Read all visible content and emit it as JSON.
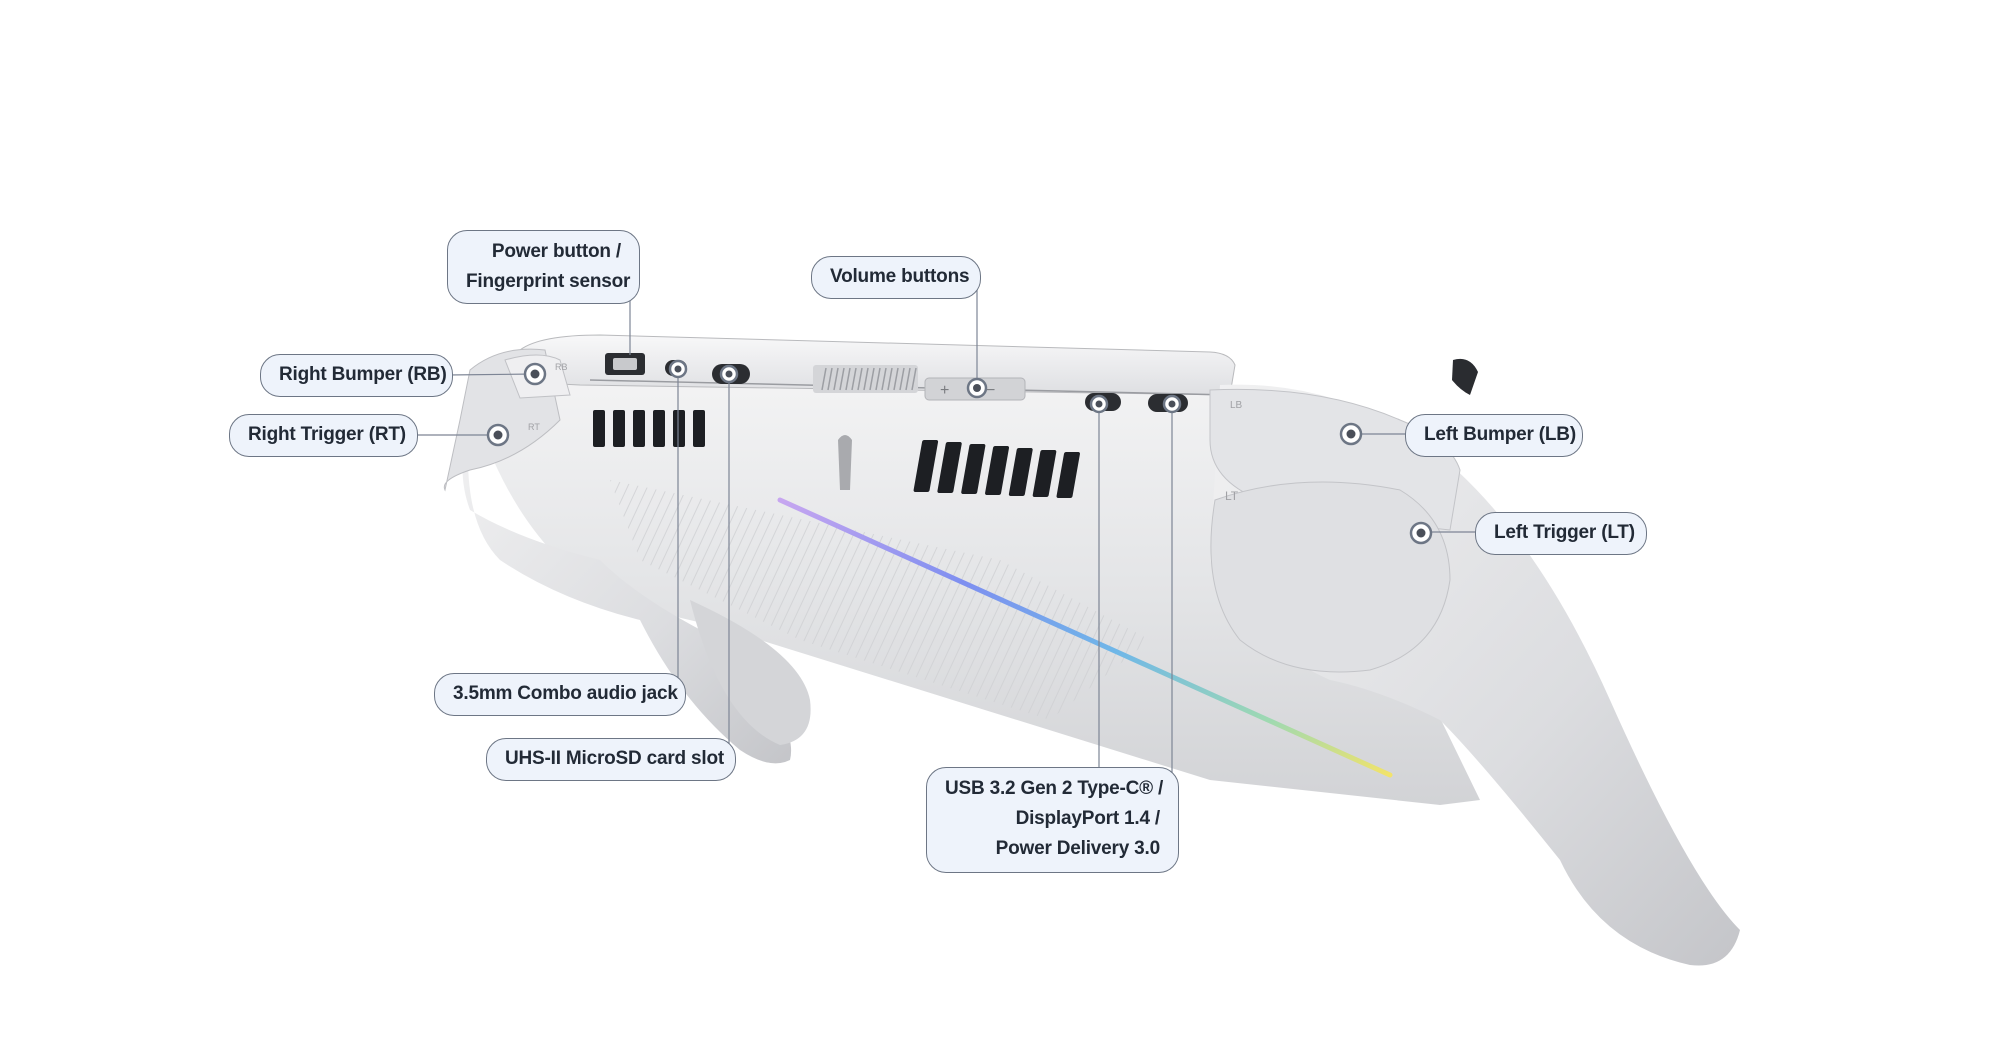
{
  "callouts": {
    "power_button": {
      "line1": "Power button /",
      "line2": "Fingerprint sensor"
    },
    "volume_buttons": {
      "text": "Volume buttons"
    },
    "right_bumper": {
      "text": "Right Bumper (RB)"
    },
    "right_trigger": {
      "text": "Right Trigger (RT)"
    },
    "left_bumper": {
      "text": "Left Bumper (LB)"
    },
    "left_trigger": {
      "text": "Left Trigger (LT)"
    },
    "audio_jack": {
      "text": "3.5mm Combo audio jack"
    },
    "microsd_slot": {
      "text": "UHS-II MicroSD card slot"
    },
    "usb_port": {
      "line1": "USB 3.2 Gen 2 Type-C® /",
      "line2": "DisplayPort 1.4 /",
      "line3": "Power Delivery 3.0"
    }
  },
  "device_markings": {
    "rb_mark": "RB",
    "rt_mark": "RT",
    "lb_mark": "LB",
    "lt_mark": "LT",
    "plus_mark": "+",
    "minus_mark": "−"
  },
  "colors": {
    "label_fill": "#eef3fb",
    "label_border": "#6d7685",
    "label_text": "#222a36",
    "leader_line": "#7d8595",
    "device_body": "#e6e7e9",
    "device_shadow": "#c9cacd",
    "vent_slot": "#1d1f23"
  }
}
